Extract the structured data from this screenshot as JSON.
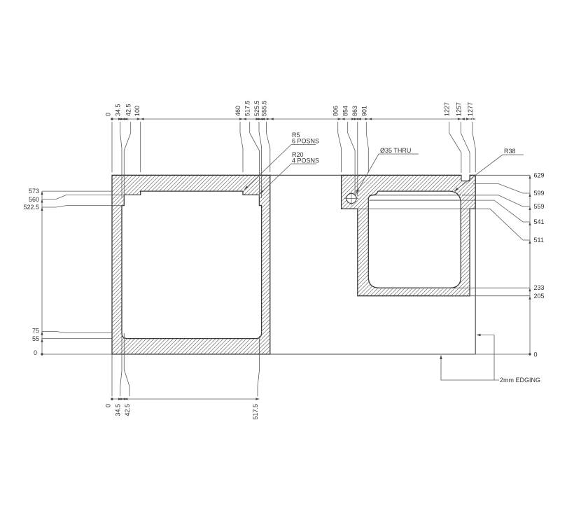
{
  "drawing": {
    "dims": {
      "top": [
        "0",
        "34.5",
        "42.5",
        "100",
        "460",
        "517.5",
        "525.5",
        "555.5",
        "806",
        "854",
        "863",
        "901",
        "1227",
        "1257",
        "1277"
      ],
      "bottom": [
        "0",
        "34.5",
        "42.5",
        "517.5"
      ],
      "left": [
        "573",
        "560",
        "522.5",
        "75",
        "55",
        "0"
      ],
      "right": [
        "629",
        "599",
        "559",
        "541",
        "511",
        "233",
        "205",
        "0"
      ]
    },
    "ann": {
      "r5": "R5",
      "r5_qty": "6 POSNS",
      "r20": "R20",
      "r20_qty": "4 POSNS",
      "hole": "Ø35 THRU",
      "r38": "R38",
      "edging": "2mm EDGING"
    },
    "colors": {
      "outline": "#3a3a3a",
      "dim_line": "#5a5a5a",
      "hatch": "#6e6e6e",
      "text": "#2e2e2e",
      "background": "#ffffff"
    }
  }
}
